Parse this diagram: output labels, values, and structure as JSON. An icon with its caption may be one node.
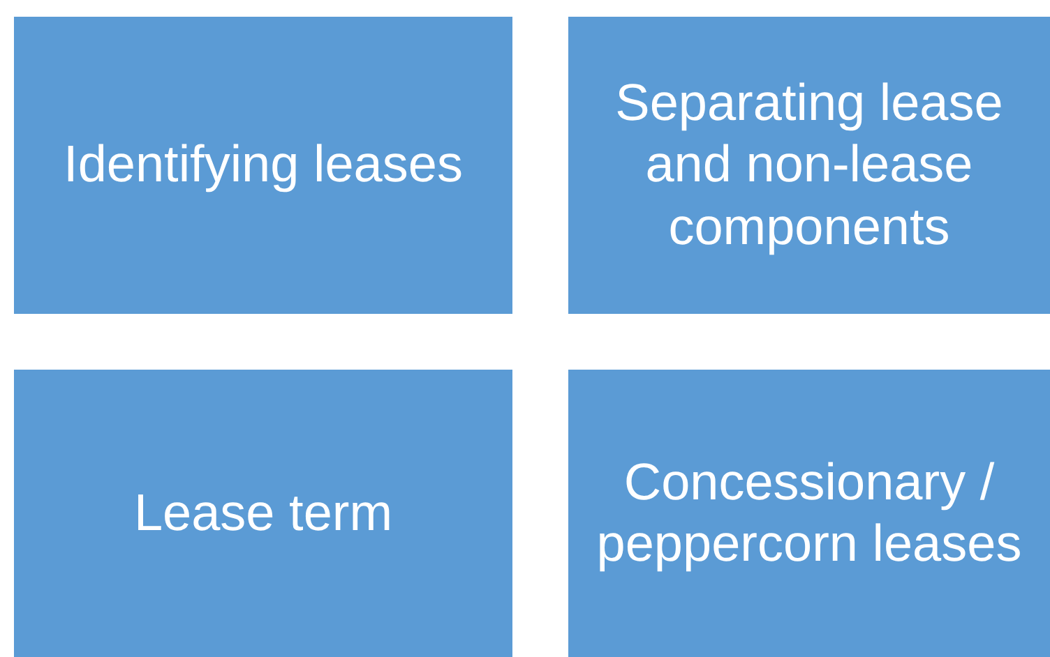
{
  "diagram": {
    "nodes": [
      {
        "text": [
          "Identifying leases"
        ]
      },
      {
        "text": [
          "Separating lease and non-lease components"
        ]
      },
      {
        "text": [
          "Lease term"
        ]
      },
      {
        "text": [
          "Concessionary / peppercorn leases"
        ]
      }
    ]
  }
}
